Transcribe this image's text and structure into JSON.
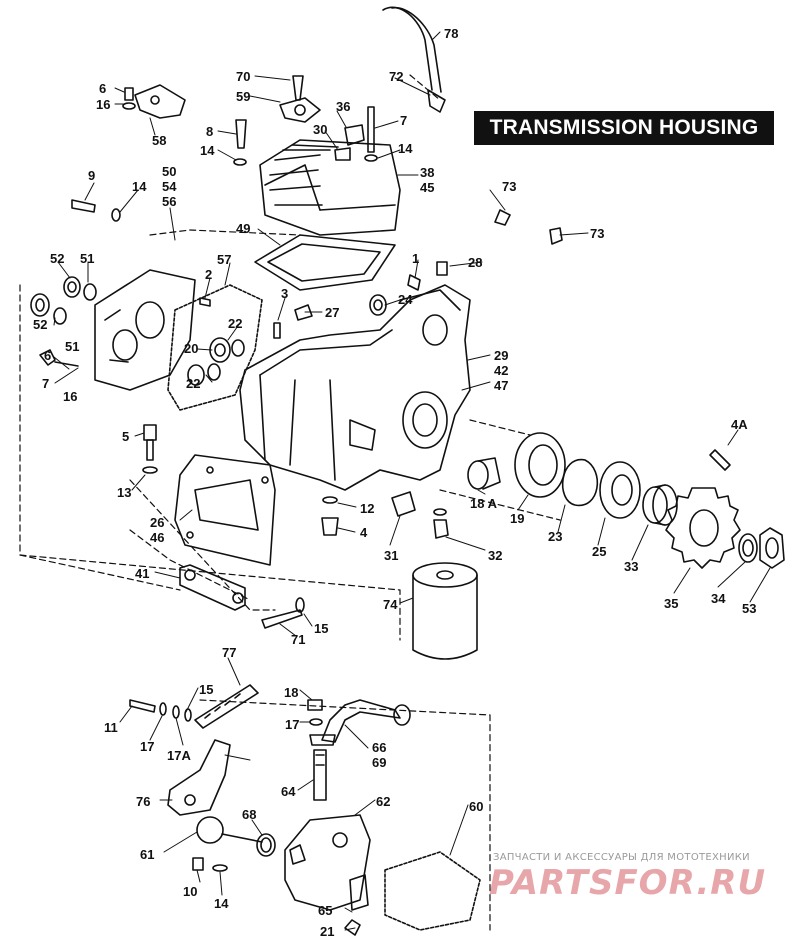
{
  "title": "TRANSMISSION HOUSING",
  "watermark": {
    "subtitle": "ЗАПЧАСТИ И АКСЕССУАРЫ ДЛЯ МОТОТЕХНИКИ",
    "brand": "PARTSFOR.RU"
  },
  "colors": {
    "ink": "#111111",
    "title_bg": "#111111",
    "title_fg": "#ffffff",
    "watermark": "#d45c62"
  },
  "callouts": {
    "c78": "78",
    "c70": "70",
    "c72": "72",
    "c6": "6",
    "c16a": "16",
    "c59": "59",
    "c36": "36",
    "c58": "58",
    "c8": "8",
    "c30": "30",
    "c7a": "7",
    "c14a": "14",
    "c14b": "14",
    "c38": "38",
    "c45": "45",
    "c9": "9",
    "c14c": "14",
    "c50": "50",
    "c54": "54",
    "c56": "56",
    "c73a": "73",
    "c73b": "73",
    "c49": "49",
    "c28": "28",
    "c52a": "52",
    "c51a": "51",
    "c2": "2",
    "c57": "57",
    "c1": "1",
    "c3": "3",
    "c24": "24",
    "c27": "27",
    "c52b": "52",
    "c22a": "22",
    "c51b": "51",
    "c20": "20",
    "c22b": "22",
    "c6b": "6",
    "c7b": "7",
    "c16b": "16",
    "c29": "29",
    "c42": "42",
    "c47": "47",
    "c4a": "4A",
    "c5": "5",
    "c13": "13",
    "c12": "12",
    "c4": "4",
    "c18a": "18 A",
    "c19": "19",
    "c23": "23",
    "c25": "25",
    "c33": "33",
    "c26": "26",
    "c46": "46",
    "c31": "31",
    "c32": "32",
    "c35": "35",
    "c34": "34",
    "c53": "53",
    "c41": "41",
    "c74": "74",
    "c15a": "15",
    "c71": "71",
    "c77": "77",
    "c18": "18",
    "c15b": "15",
    "c11": "11",
    "c17a": "17",
    "c17A": "17A",
    "c17b": "17",
    "c66": "66",
    "c69": "69",
    "c76": "76",
    "c64": "64",
    "c68": "68",
    "c62": "62",
    "c60": "60",
    "c61": "61",
    "c10": "10",
    "c14d": "14",
    "c65": "65",
    "c21": "21"
  }
}
